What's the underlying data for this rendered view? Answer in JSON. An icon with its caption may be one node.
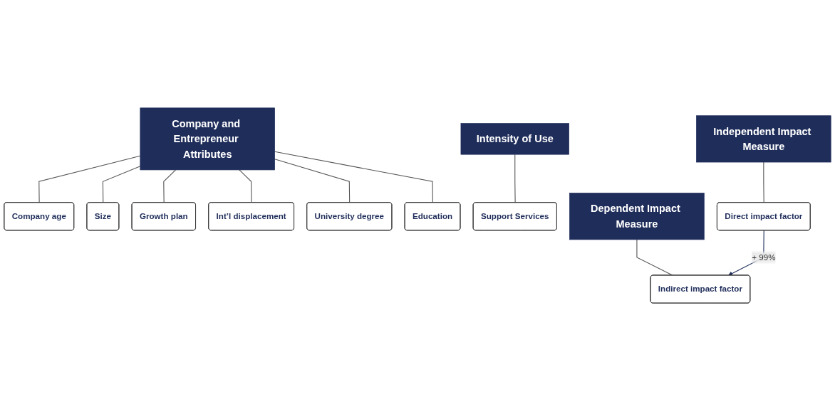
{
  "diagram": {
    "nodes": [
      {
        "text": [
          "Company and Entrepreneur Attributes"
        ]
      },
      {
        "text": [
          "Company age"
        ]
      },
      {
        "text": [
          "Size"
        ]
      },
      {
        "text": [
          "Growth plan"
        ]
      },
      {
        "text": [
          "Int’l displacement"
        ]
      },
      {
        "text": [
          "University degree"
        ]
      },
      {
        "text": [
          "Education"
        ]
      },
      {
        "text": [
          "Intensity of Use"
        ]
      },
      {
        "text": [
          "Support Services"
        ]
      },
      {
        "text": [
          "Independent Impact Measure"
        ]
      },
      {
        "text": [
          "Direct impact factor"
        ]
      },
      {
        "text": [
          "Dependent Impact Measure"
        ]
      },
      {
        "text": [
          "Indirect impact factor"
        ]
      }
    ],
    "edges": [
      {
        "from": 0,
        "to": 1,
        "arrow": "none"
      },
      {
        "from": 0,
        "to": 2,
        "arrow": "none"
      },
      {
        "from": 0,
        "to": 3,
        "arrow": "none"
      },
      {
        "from": 0,
        "to": 4,
        "arrow": "none"
      },
      {
        "from": 0,
        "to": 5,
        "arrow": "none"
      },
      {
        "from": 0,
        "to": 6,
        "arrow": "none"
      },
      {
        "from": 7,
        "to": 8,
        "arrow": "none"
      },
      {
        "from": 9,
        "to": 10,
        "arrow": "none"
      },
      {
        "from": 11,
        "to": 12,
        "arrow": "none"
      },
      {
        "from": 10,
        "to": 12,
        "arrow": "to",
        "label": "+ 99%"
      }
    ]
  }
}
